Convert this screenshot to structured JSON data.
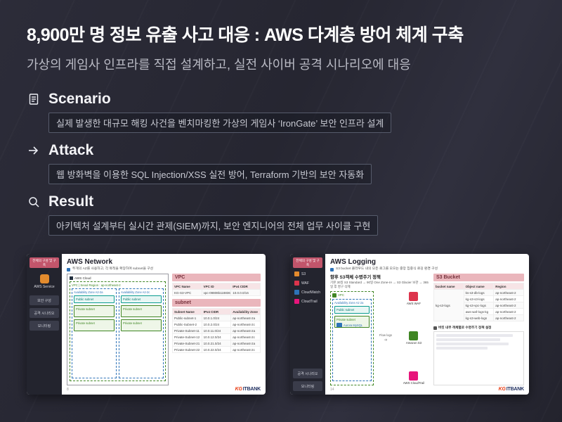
{
  "page": {
    "title": "8,900만 명 정보 유출 사고 대응 : AWS 다계층 방어 체계 구축",
    "subtitle": "가상의 게임사 인프라를 직접 설계하고, 실전 사이버 공격 시나리오에 대응"
  },
  "sections": [
    {
      "icon": "document-icon",
      "label": "Scenario",
      "desc": "실제 발생한 대규모 해킹 사건을 벤치마킹한 가상의 게임사 ‘IronGate’ 보안 인프라 설계"
    },
    {
      "icon": "arrow-icon",
      "label": "Attack",
      "desc": "웹 방화벽을 이용한 SQL Injection/XSS 실전 방어, Terraform 기반의 보안 자동화"
    },
    {
      "icon": "search-icon",
      "label": "Result",
      "desc": "아키텍처 설계부터 실시간 관제(SIEM)까지, 보안 엔지니어의 전체 업무 사이클 구현"
    }
  ],
  "slide_left": {
    "sidebar": {
      "header": "전체의 구성 및 구축",
      "service_label": "AWS Service",
      "buttons": [
        "보안 구성",
        "공격 시나리오",
        "모니터링"
      ]
    },
    "title": "AWS Network",
    "note": "두개의 AZ를 사용하고, 각 목적을 확장하여 subnet을 구성",
    "diagram": {
      "cloud_label": "AWS Cloud",
      "region_label": "VPC | Seoul Region : ap-northeast-2",
      "az_a": "Availability Zone  A2-2a",
      "az_c": "Availability Zone  A2-2c",
      "public_subnet": "Public subnet",
      "private_subnet": "Private subnet"
    },
    "vpc_table": {
      "title": "VPC",
      "headers": [
        "VPC Name",
        "VPC ID",
        "IPv4 CIDR"
      ],
      "row": [
        "KG-S3-VPC",
        "vpc-09808b11883698dca",
        "10.0.0.0/16"
      ]
    },
    "subnet_table": {
      "title": "subnet",
      "headers": [
        "Subnet Name",
        "IPv4 CIDR",
        "Availability Zone"
      ],
      "rows": [
        [
          "Public-subnet-1",
          "10.0.1.0/24",
          "ap-northeast-2a"
        ],
        [
          "Public-Subnet-2",
          "10.0.2.0/24",
          "ap-northeast-2c"
        ],
        [
          "Private-Subnet-11",
          "10.0.11.0/24",
          "ap-northeast-2a"
        ],
        [
          "Private-Subnet-12",
          "10.0.12.0/24",
          "ap-northeast-2c"
        ],
        [
          "Private-Subnet-21",
          "10.0.21.0/24",
          "ap-northeast-2a"
        ],
        [
          "Private-Subnet-22",
          "10.0.22.0/24",
          "ap-northeast-2c"
        ]
      ]
    },
    "page_number": "8",
    "logo": {
      "kg": "KG",
      "itbank": "ITBANK"
    }
  },
  "slide_right": {
    "sidebar": {
      "header": "전체의 구성 및 구축",
      "items": [
        "S3",
        "WAF",
        "CloudWatch",
        "CloudTrail"
      ],
      "buttons": [
        "공격 시나리오",
        "모니터링"
      ]
    },
    "title": "AWS Logging",
    "note": "S3 bucket 클라우드 내의 모든 로그를 모으는 중앙 집중식 로깅 환경 구성",
    "policy": {
      "title": "향후 S3객체 수명주기 정책",
      "body": "기본 30일 S3 Standard → 90일 One Zone-IA → S3 Glacier 보관 → 365일 후 영구 삭제"
    },
    "diagram": {
      "vpc_label": "VPC",
      "az_label": "Availability Zone  A2 2a",
      "public_subnet": "Public subnet",
      "private_subnet": "Private subnet",
      "db_label": "Aurora MySQL",
      "flow_label": "Flow logs",
      "icons": [
        "AWS WAF",
        "Amazon S3",
        "AWS CloudTrail"
      ]
    },
    "s3_table": {
      "title": "S3 Bucket",
      "headers": [
        "bucket name",
        "Object name",
        "Region"
      ],
      "bucket": "kg-s3-logs",
      "rows": [
        [
          "ks-s3-db-logs",
          "ap-northeast-2"
        ],
        [
          "kg-s3-s3-logs",
          "ap-northeast-2"
        ],
        [
          "kg-s3-vpc-logs",
          "ap-northeast-2"
        ],
        [
          "aws-waf-logs-kg",
          "ap-northeast-2"
        ],
        [
          "kg-s3-web-logs",
          "ap-northeast-2"
        ]
      ]
    },
    "lifecycle_caption": "버킷 내부 객체별로 수명주기 정책 설정",
    "page_number": "14",
    "logo": {
      "kg": "KG",
      "itbank": "ITBANK"
    }
  }
}
